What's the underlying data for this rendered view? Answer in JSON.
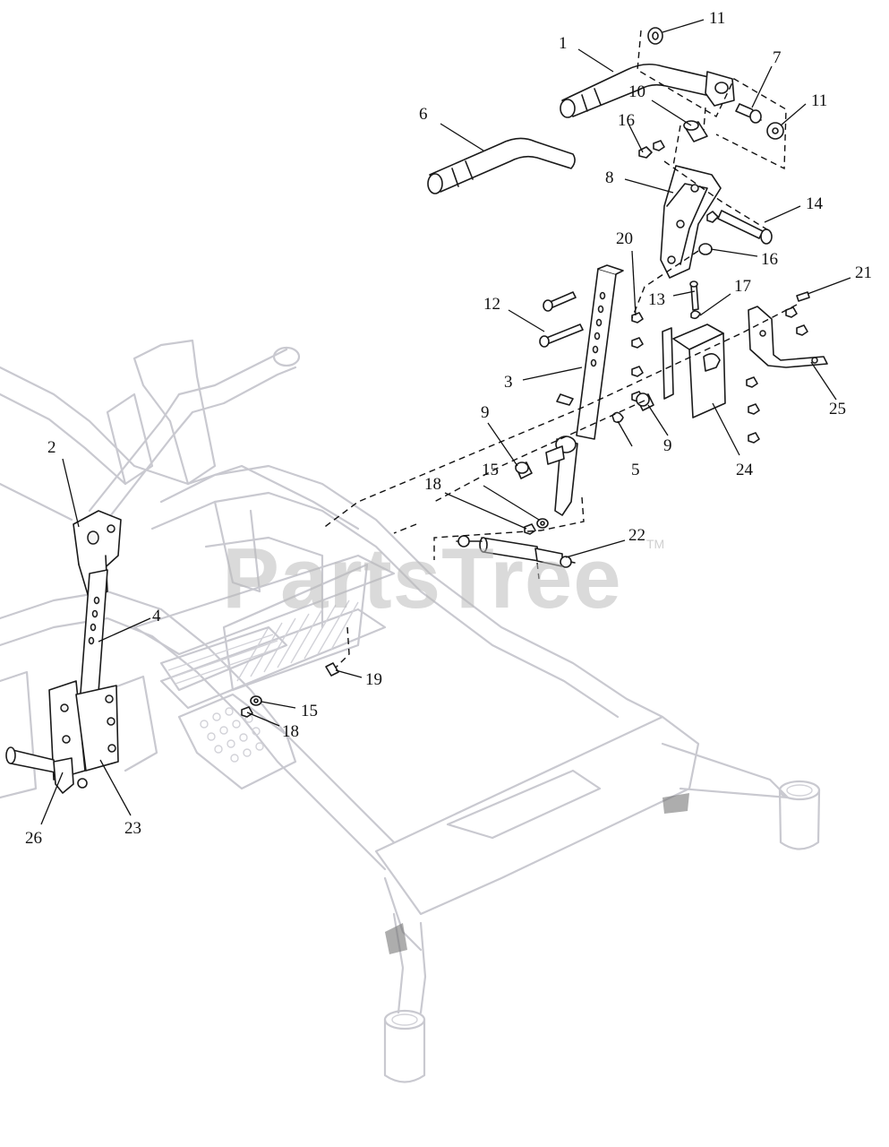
{
  "watermark": {
    "text": "PartsTree",
    "tm": "TM"
  },
  "callouts": [
    {
      "label": "1"
    },
    {
      "label": "2"
    },
    {
      "label": "3"
    },
    {
      "label": "4"
    },
    {
      "label": "5"
    },
    {
      "label": "6"
    },
    {
      "label": "7"
    },
    {
      "label": "8"
    },
    {
      "label": "9"
    },
    {
      "label": "9"
    },
    {
      "label": "10"
    },
    {
      "label": "11"
    },
    {
      "label": "11"
    },
    {
      "label": "12"
    },
    {
      "label": "13"
    },
    {
      "label": "14"
    },
    {
      "label": "15"
    },
    {
      "label": "15"
    },
    {
      "label": "16"
    },
    {
      "label": "16"
    },
    {
      "label": "17"
    },
    {
      "label": "18"
    },
    {
      "label": "18"
    },
    {
      "label": "19"
    },
    {
      "label": "20"
    },
    {
      "label": "21"
    },
    {
      "label": "22"
    },
    {
      "label": "23"
    },
    {
      "label": "24"
    },
    {
      "label": "25"
    },
    {
      "label": "26"
    }
  ]
}
